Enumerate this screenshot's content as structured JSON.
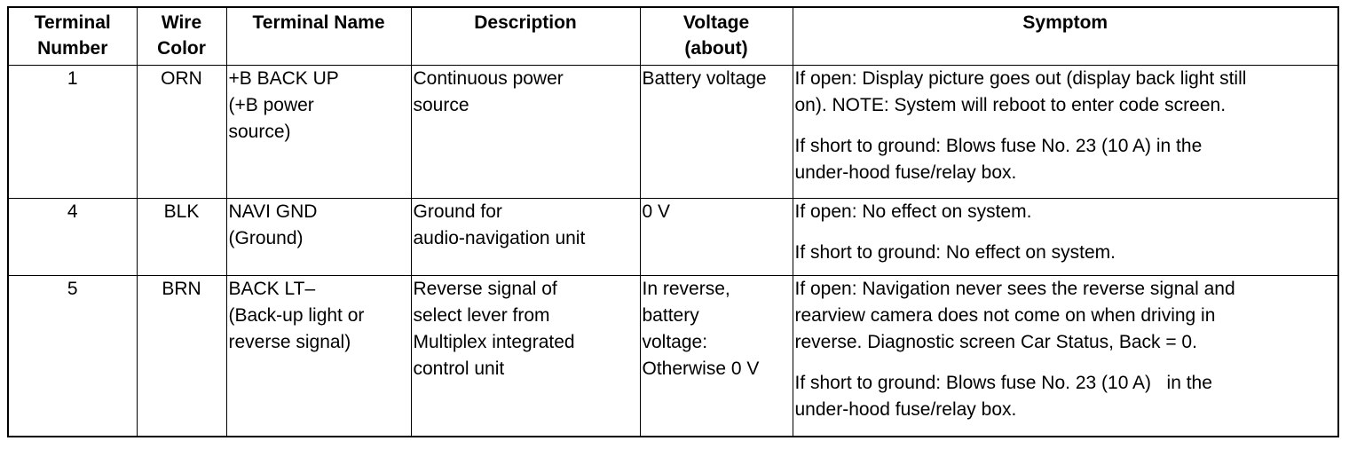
{
  "headers": {
    "terminal_number": [
      "Terminal",
      "Number"
    ],
    "wire_color": [
      "Wire",
      "Color"
    ],
    "terminal_name": [
      "Terminal Name"
    ],
    "description": [
      "Description"
    ],
    "voltage": [
      "Voltage",
      "(about)"
    ],
    "symptom": [
      "Symptom"
    ]
  },
  "rows": [
    {
      "number": "1",
      "wire_color": "ORN",
      "terminal_name": [
        "+B BACK UP",
        "(+B power",
        "source)"
      ],
      "description": [
        "Continuous power",
        "source"
      ],
      "voltage": [
        "Battery voltage"
      ],
      "symptom_open": [
        "If open: Display picture goes out (display back light still",
        "on). NOTE: System will reboot to enter code screen."
      ],
      "symptom_short": [
        "If short to ground: Blows fuse No. 23 (10 A) in the",
        "under-hood fuse/relay box."
      ]
    },
    {
      "number": "4",
      "wire_color": "BLK",
      "terminal_name": [
        "NAVI GND",
        "(Ground)"
      ],
      "description": [
        "Ground for",
        "audio-navigation unit"
      ],
      "voltage": [
        "0 V"
      ],
      "symptom_open": [
        "If open: No effect on system."
      ],
      "symptom_short": [
        "If short to ground: No effect on system."
      ]
    },
    {
      "number": "5",
      "wire_color": "BRN",
      "terminal_name": [
        "BACK LT–",
        "(Back-up light or",
        "reverse signal)"
      ],
      "description": [
        "Reverse signal of",
        "select lever from",
        "Multiplex integrated",
        "control unit"
      ],
      "voltage": [
        "In reverse,",
        "battery",
        "voltage:",
        "Otherwise 0 V"
      ],
      "symptom_open": [
        "If open: Navigation never sees the reverse signal and",
        "rearview camera does not come on when driving in",
        "reverse. Diagnostic screen Car Status, Back = 0."
      ],
      "symptom_short": [
        "If short to ground: Blows fuse No. 23 (10 A)   in the",
        "under-hood fuse/relay box."
      ]
    }
  ]
}
